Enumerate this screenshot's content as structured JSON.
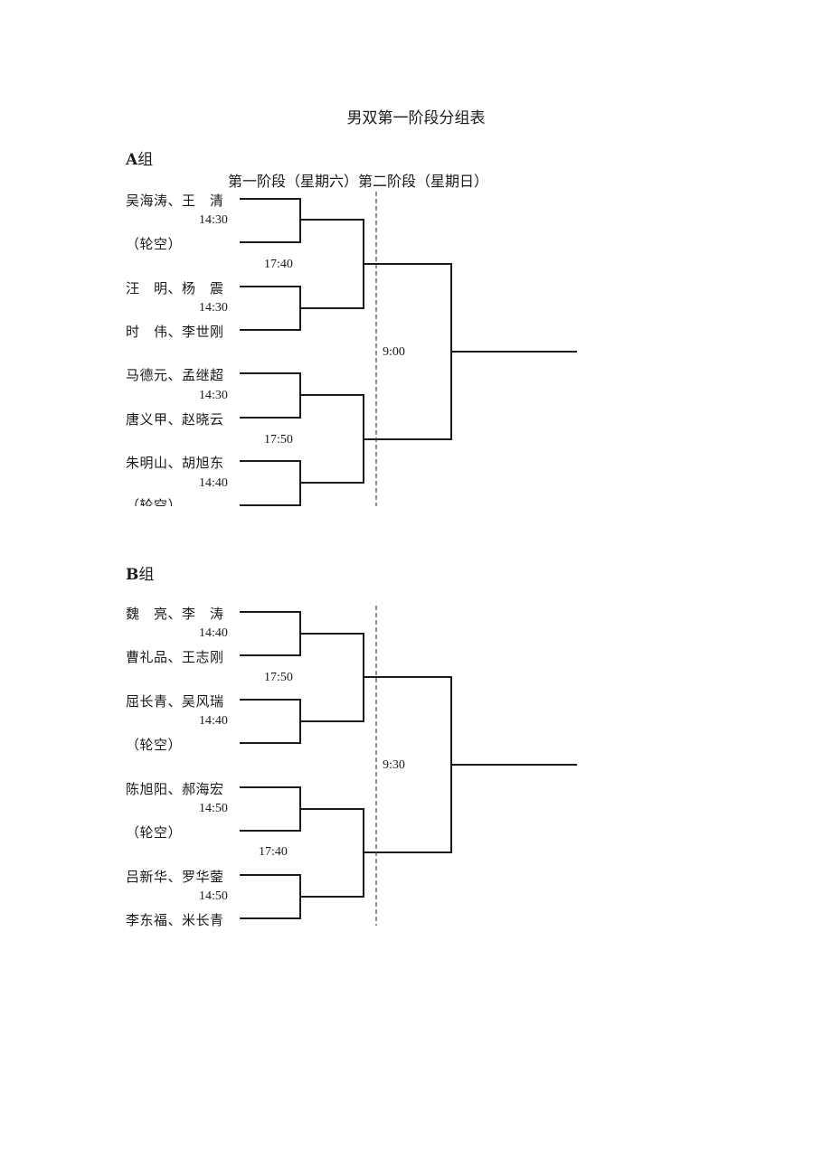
{
  "title": "男双第一阶段分组表",
  "stage_header": {
    "stage1": "第一阶段（星期六）",
    "stage2": "第二阶段（星期日）"
  },
  "group_a": {
    "label_letter": "A",
    "label_suffix": "组",
    "teams": [
      "吴海涛、王　清",
      "（轮空）",
      "汪　明、杨　震",
      "时　伟、李世刚",
      "马德元、孟继超",
      "唐义甲、赵晓云",
      "朱明山、胡旭东",
      "（轮空）"
    ],
    "round1_times": [
      "14:30",
      "14:30",
      "14:30",
      "14:40"
    ],
    "semi_times": [
      "17:40",
      "17:50"
    ],
    "final_time": "9:00"
  },
  "group_b": {
    "label_letter": "B",
    "label_suffix": "组",
    "teams": [
      "魏　亮、李　涛",
      "曹礼品、王志刚",
      "屈长青、吴风瑞",
      "（轮空）",
      "陈旭阳、郝海宏",
      "（轮空）",
      "吕新华、罗华蓥",
      "李东福、米长青"
    ],
    "round1_times": [
      "14:40",
      "14:40",
      "14:50",
      "14:50"
    ],
    "semi_times": [
      "17:50",
      "17:40"
    ],
    "final_time": "9:30"
  }
}
